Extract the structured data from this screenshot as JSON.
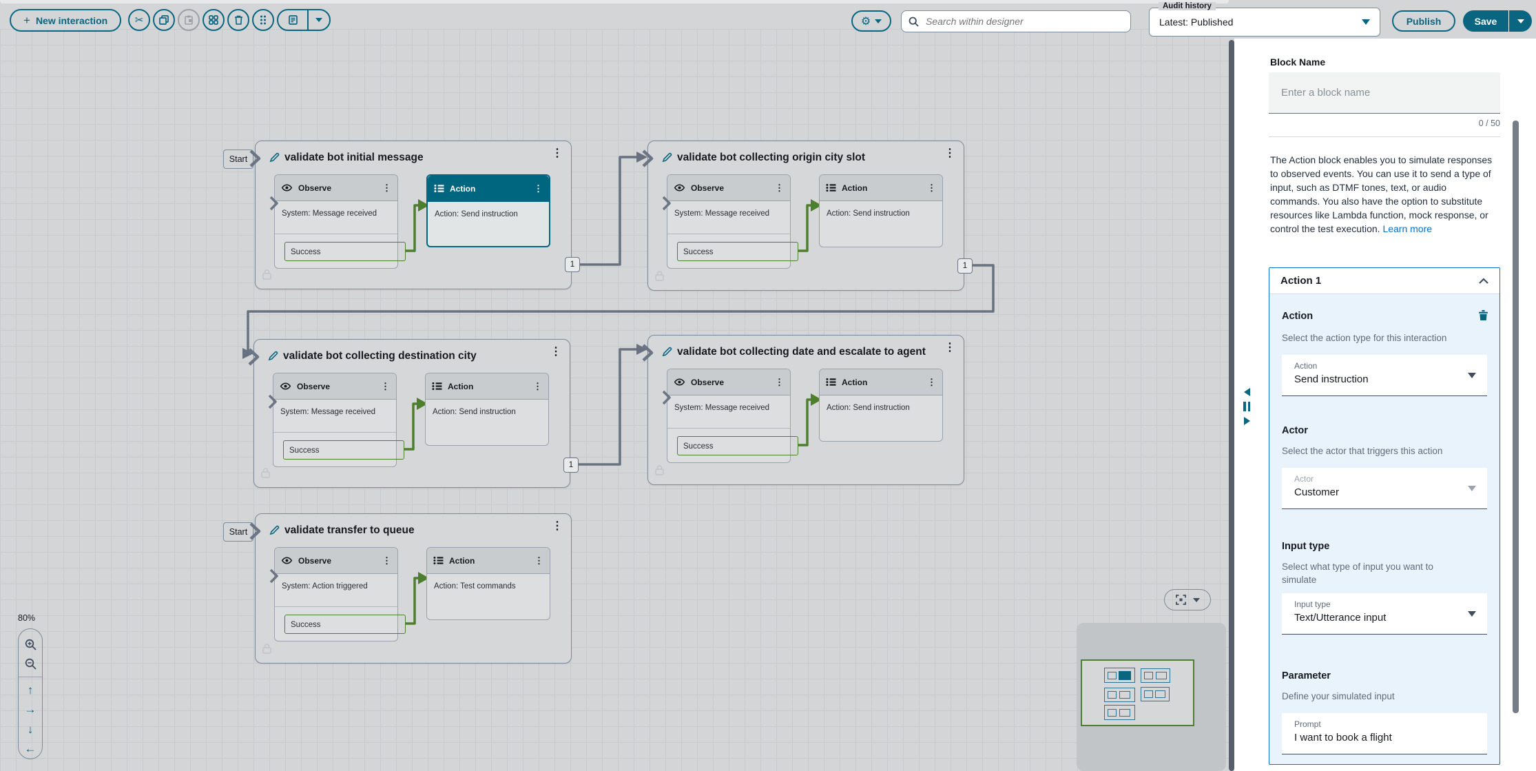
{
  "toolbar": {
    "new_interaction_label": "New interaction",
    "search_placeholder": "Search within designer",
    "audit_label": "Audit history",
    "audit_value": "Latest: Published",
    "publish_label": "Publish",
    "save_label": "Save"
  },
  "canvas": {
    "zoom_level": "80%",
    "start_label": "Start",
    "blocks": [
      {
        "title": "validate bot initial message",
        "observe": {
          "label": "Observe",
          "event": "System: Message received",
          "branch": "Success"
        },
        "action": {
          "label": "Action",
          "detail": "Action: Send instruction"
        },
        "badge": "1"
      },
      {
        "title": "validate bot collecting origin city slot",
        "observe": {
          "label": "Observe",
          "event": "System: Message received",
          "branch": "Success"
        },
        "action": {
          "label": "Action",
          "detail": "Action: Send instruction"
        },
        "badge": "1"
      },
      {
        "title": "validate bot collecting destination city",
        "observe": {
          "label": "Observe",
          "event": "System: Message received",
          "branch": "Success"
        },
        "action": {
          "label": "Action",
          "detail": "Action: Send instruction"
        },
        "badge": "1"
      },
      {
        "title": "validate bot collecting date and escalate to agent",
        "observe": {
          "label": "Observe",
          "event": "System: Message received",
          "branch": "Success"
        },
        "action": {
          "label": "Action",
          "detail": "Action: Send instruction"
        }
      },
      {
        "title": "validate transfer to queue",
        "observe": {
          "label": "Observe",
          "event": "System: Action triggered",
          "branch": "Success"
        },
        "action": {
          "label": "Action",
          "detail": "Action: Test commands"
        }
      }
    ]
  },
  "panel": {
    "block_name_label": "Block Name",
    "block_name_placeholder": "Enter a block name",
    "counter": "0 / 50",
    "description": "The Action block enables you to simulate responses to observed events. You can use it to send a type of input, such as DTMF tones, text, or audio commands. You also have the option to substitute resources like Lambda function, mock response, or control the test execution.",
    "learn_more": "Learn more",
    "accordion_title": "Action 1",
    "action_section": {
      "heading": "Action",
      "sub": "Select the action type for this interaction",
      "field_label": "Action",
      "field_value": "Send instruction"
    },
    "actor_section": {
      "heading": "Actor",
      "sub": "Select the actor that triggers this action",
      "field_label": "Actor",
      "field_value": "Customer"
    },
    "input_type_section": {
      "heading": "Input type",
      "sub": "Select what type of input you want to simulate",
      "field_label": "Input type",
      "field_value": "Text/Utterance input"
    },
    "parameter_section": {
      "heading": "Parameter",
      "sub": "Define your simulated input",
      "field_label": "Prompt",
      "field_value": "I want to book a flight"
    }
  },
  "colors": {
    "accent_teal": "#0a6580",
    "selected_header_teal": "#00657f",
    "connector_gray": "#68717f",
    "success_green": "#4e7f2e",
    "link_blue": "#0870c9",
    "accordion_border_blue": "#0972d3",
    "accordion_body_blue": "#e9f3fb",
    "canvas_gray": "#d3d5d7"
  }
}
